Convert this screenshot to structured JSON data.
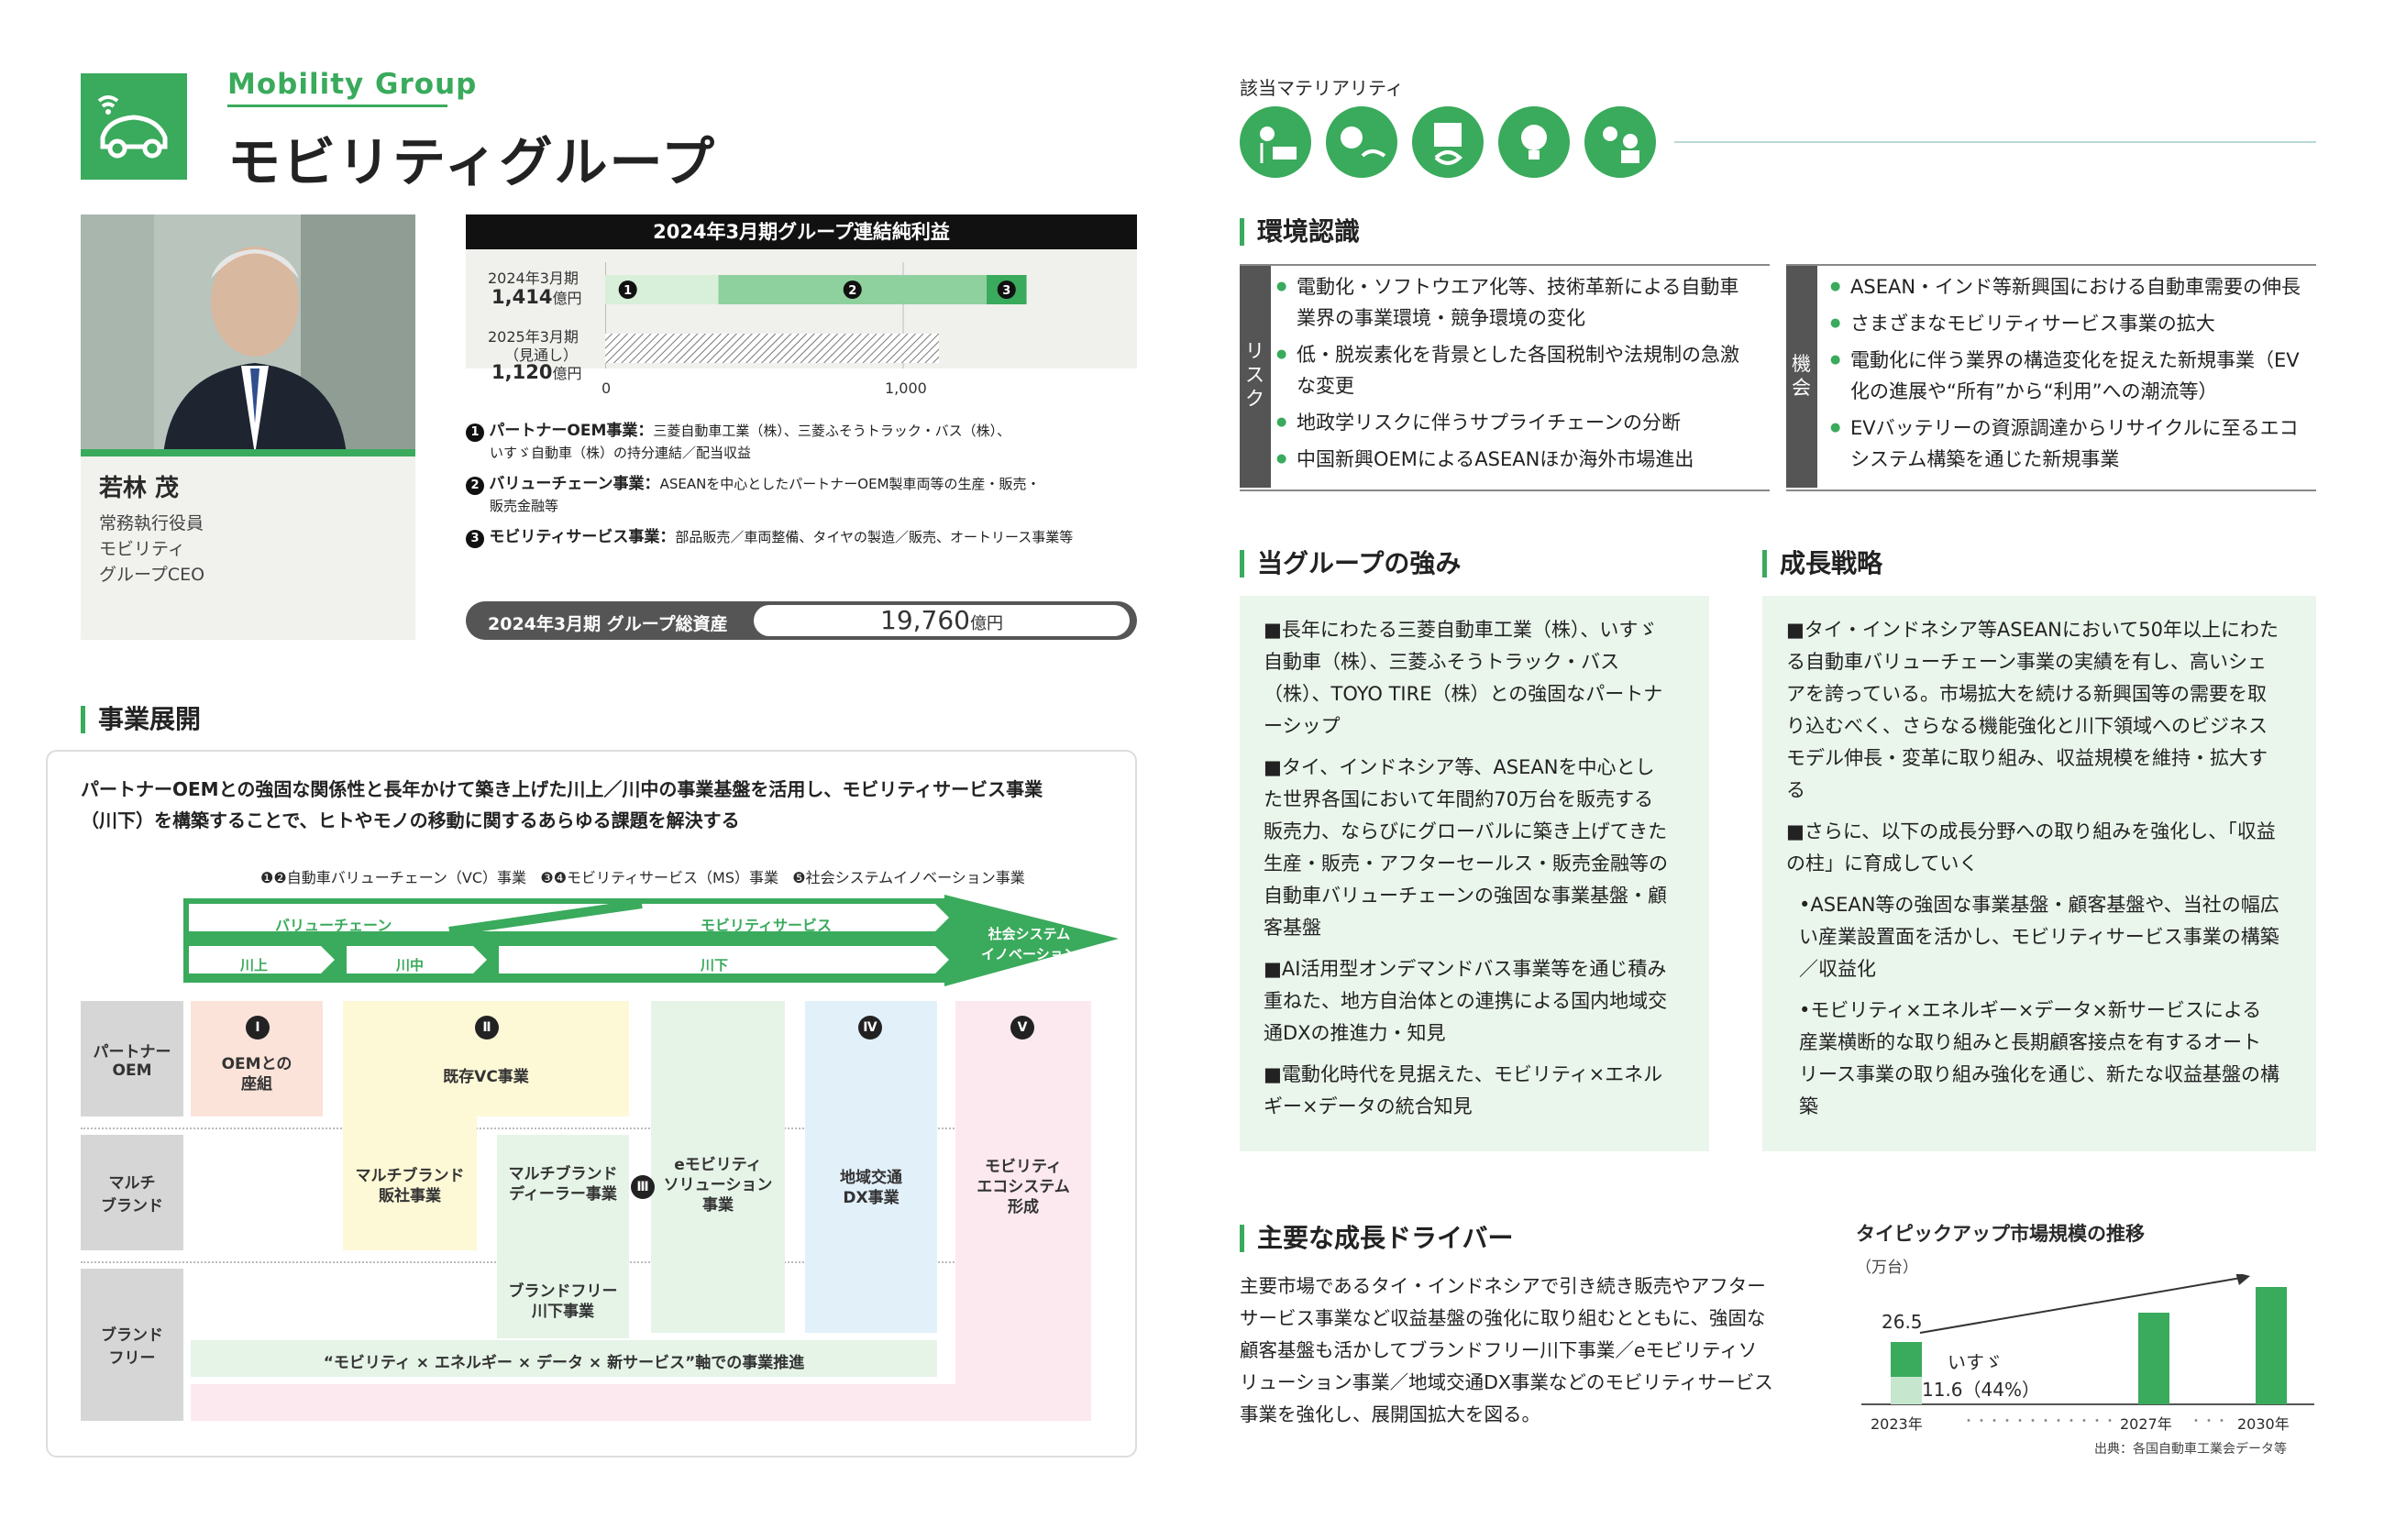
{
  "header": {
    "en_title": "Mobility Group",
    "jp_title": "モビリティグループ"
  },
  "ceo": {
    "name": "若林 茂",
    "title1": "常務執行役員",
    "title2": "モビリティ",
    "title3": "グループCEO"
  },
  "profit": {
    "heading": "2024年3月期グループ連結純利益",
    "row1_label": "2024年3月期",
    "row1_value": "1,414",
    "unit": "億円",
    "row2_label1": "2025年3月期",
    "row2_label2": "（見通し）",
    "row2_value": "1,120",
    "axis0": "0",
    "axis1": "1,000",
    "bar1_total": 1414,
    "bar2_total": 1120,
    "axis_max": 1600,
    "seg1": 380,
    "seg2": 900,
    "seg3": 134
  },
  "notes": [
    {
      "num": "1",
      "title": "パートナーOEM事業：",
      "desc": "三菱自動車工業（株）、三菱ふそうトラック・バス（株）、",
      "desc2": "いすゞ自動車（株）の持分連結／配当収益"
    },
    {
      "num": "2",
      "title": "バリューチェーン事業：",
      "desc": "ASEANを中心としたパートナーOEM製車両等の生産・販売・",
      "desc2": "販売金融等"
    },
    {
      "num": "3",
      "title": "モビリティサービス事業：",
      "desc": "部品販売／車両整備、タイヤの製造／販売、オートリース事業等",
      "desc2": ""
    }
  ],
  "assets": {
    "label": "2024年3月期 グループ総資産",
    "value": "19,760",
    "unit": "億円"
  },
  "business": {
    "heading": "事業展開",
    "intro1": "パートナーOEMとの強固な関係性と長年かけて築き上げた川上／川中の事業基盤を活用し、モビリティサービス事業",
    "intro2": "（川下）を構築することで、ヒトやモノの移動に関するあらゆる課題を解決する",
    "legend1": "自動車バリューチェーン（VC）事業",
    "legend2": "モビリティサービス（MS）事業",
    "legend3": "社会システムイノベーション事業",
    "arrow_vc": "バリューチェーン",
    "arrow_ms": "モビリティサービス",
    "arrow_social1": "社会システム",
    "arrow_social2": "イノベーション",
    "up": "川上",
    "mid": "川中",
    "down": "川下",
    "row1": "パートナー\nOEM",
    "row2": "マルチ\nブランド",
    "row3": "ブランド\nフリー",
    "c1": "OEMとの\n座組",
    "c2": "既存VC事業",
    "c3": "マルチブランド\n販社事業",
    "c4": "マルチブランド\nディーラー事業",
    "c5": "ブランドフリー\n川下事業",
    "c6": "eモビリティ\nソリューション\n事業",
    "c7": "地域交通\nDX事業",
    "c8": "モビリティ\nエコシステム\n形成",
    "bottom": "“モビリティ × エネルギー × データ × 新サービス”軸での事業推進",
    "r1": "Ⅰ",
    "r2": "Ⅱ",
    "r3": "Ⅲ",
    "r4": "Ⅳ",
    "r5": "Ⅴ"
  },
  "materiality": {
    "label": "該当マテリアリティ"
  },
  "env": {
    "heading": "環境認識",
    "risk_tag": "リスク",
    "opp_tag": "機会",
    "risks": [
      "電動化・ソフトウエア化等、技術革新による自動車業界の事業環境・競争環境の変化",
      "低・脱炭素化を背景とした各国税制や法規制の急激な変更",
      "地政学リスクに伴うサプライチェーンの分断",
      "中国新興OEMによるASEANほか海外市場進出"
    ],
    "opps": [
      "ASEAN・インド等新興国における自動車需要の伸長",
      "さまざまなモビリティサービス事業の拡大",
      "電動化に伴う業界の構造変化を捉えた新規事業（EV化の進展や“所有”から“利用”への潮流等）",
      "EVバッテリーの資源調達からリサイクルに至るエコシステム構築を通じた新規事業"
    ]
  },
  "strength": {
    "heading": "当グループの強み",
    "items": [
      "■長年にわたる三菱自動車工業（株）、いすゞ自動車（株）、三菱ふそうトラック・バス（株）、TOYO TIRE（株）との強固なパートナーシップ",
      "■タイ、インドネシア等、ASEANを中心とした世界各国において年間約70万台を販売する販売力、ならびにグローバルに築き上げてきた生産・販売・アフターセールス・販売金融等の自動車バリューチェーンの強固な事業基盤・顧客基盤",
      "■AI活用型オンデマンドバス事業等を通じ積み重ねた、地方自治体との連携による国内地域交通DXの推進力・知見",
      "■電動化時代を見据えた、モビリティ×エネルギー×データの統合知見"
    ]
  },
  "growth": {
    "heading": "成長戦略",
    "items": [
      "■タイ・インドネシア等ASEANにおいて50年以上にわたる自動車バリューチェーン事業の実績を有し、高いシェアを誇っている。市場拡大を続ける新興国等の需要を取り込むべく、さらなる機能強化と川下領域へのビジネスモデル伸長・変革に取り組み、収益規模を維持・拡大する",
      "■さらに、以下の成長分野への取り組みを強化し、「収益の柱」に育成していく",
      "•ASEAN等の強固な事業基盤・顧客基盤や、当社の幅広い産業設置面を活かし、モビリティサービス事業の構築／収益化",
      "•モビリティ×エネルギー×データ×新サービスによる産業横断的な取り組みと長期顧客接点を有するオートリース事業の取り組み強化を通じ、新たな収益基盤の構築"
    ]
  },
  "drivers": {
    "heading": "主要な成長ドライバー",
    "text": [
      "主要市場であるタイ・インドネシアで引き続き販売やアフター",
      "サービス事業など収益基盤の強化に取り組むとともに、強固な",
      "顧客基盤も活かしてブランドフリー川下事業／eモビリティソ",
      "リューション事業／地域交通DX事業などのモビリティサービス",
      "事業を強化し、展開国拡大を図る。"
    ]
  },
  "chart_data": {
    "type": "bar",
    "title": "タイピックアップ市場規模の推移",
    "unit": "（万台）",
    "categories": [
      "2023年",
      "2027年",
      "2030年"
    ],
    "values": [
      26.5,
      null,
      null
    ],
    "isuzu_label": "いすゞ",
    "isuzu_value": "11.6（44%）",
    "label_2023": "26.5",
    "dots": "・・・・・・・・・・・・",
    "dots2": "・・・",
    "source": "出典：各国自動車工業会データ等",
    "accent": "#3aaa5c"
  }
}
